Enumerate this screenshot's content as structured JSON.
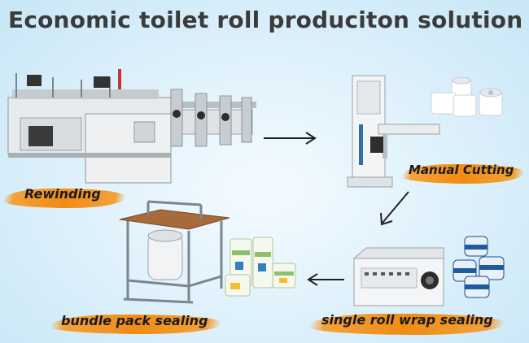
{
  "title": "Economic toilet roll produciton solution",
  "steps": [
    {
      "label": "Rewinding"
    },
    {
      "label": "Manual Cutting"
    },
    {
      "label": "single roll  wrap sealing"
    },
    {
      "label": "bundle pack sealing"
    }
  ],
  "colors": {
    "accent": "#f08c14",
    "background": "#dcf0fb",
    "title_text": "#3b3b3b",
    "label_text": "#1b1b1b",
    "arrow": "#222222"
  },
  "icons": {
    "rewinding": "rewinding-machine-icon",
    "cutting": "band-saw-cutter-icon",
    "rolls": "toilet-rolls-icon",
    "wrap_sealer": "wrap-sealing-machine-icon",
    "wrapped_rolls": "wrapped-rolls-icon",
    "bundle_sealer": "bundle-sealing-frame-icon",
    "bundle_packs": "bundle-packs-icon"
  }
}
